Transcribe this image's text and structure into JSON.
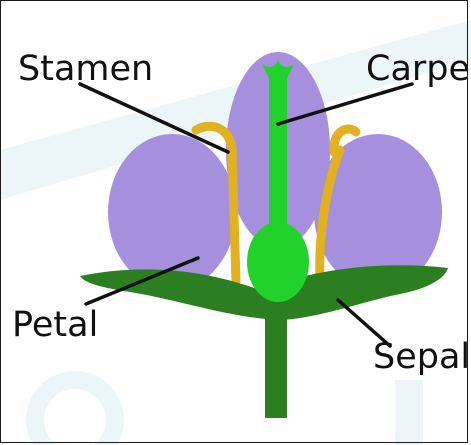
{
  "labels": {
    "stamen": "Stamen",
    "carpel": "Carpel",
    "petal": "Petal",
    "sepal": "Sepal"
  },
  "colors": {
    "petal": "#a68fdc",
    "stamen": "#e2b120",
    "carpel": "#22d22c",
    "sepal": "#2c7f21",
    "stem": "#2c7f21",
    "leader_line": "#111111",
    "watermark": "#c9e6ef"
  }
}
